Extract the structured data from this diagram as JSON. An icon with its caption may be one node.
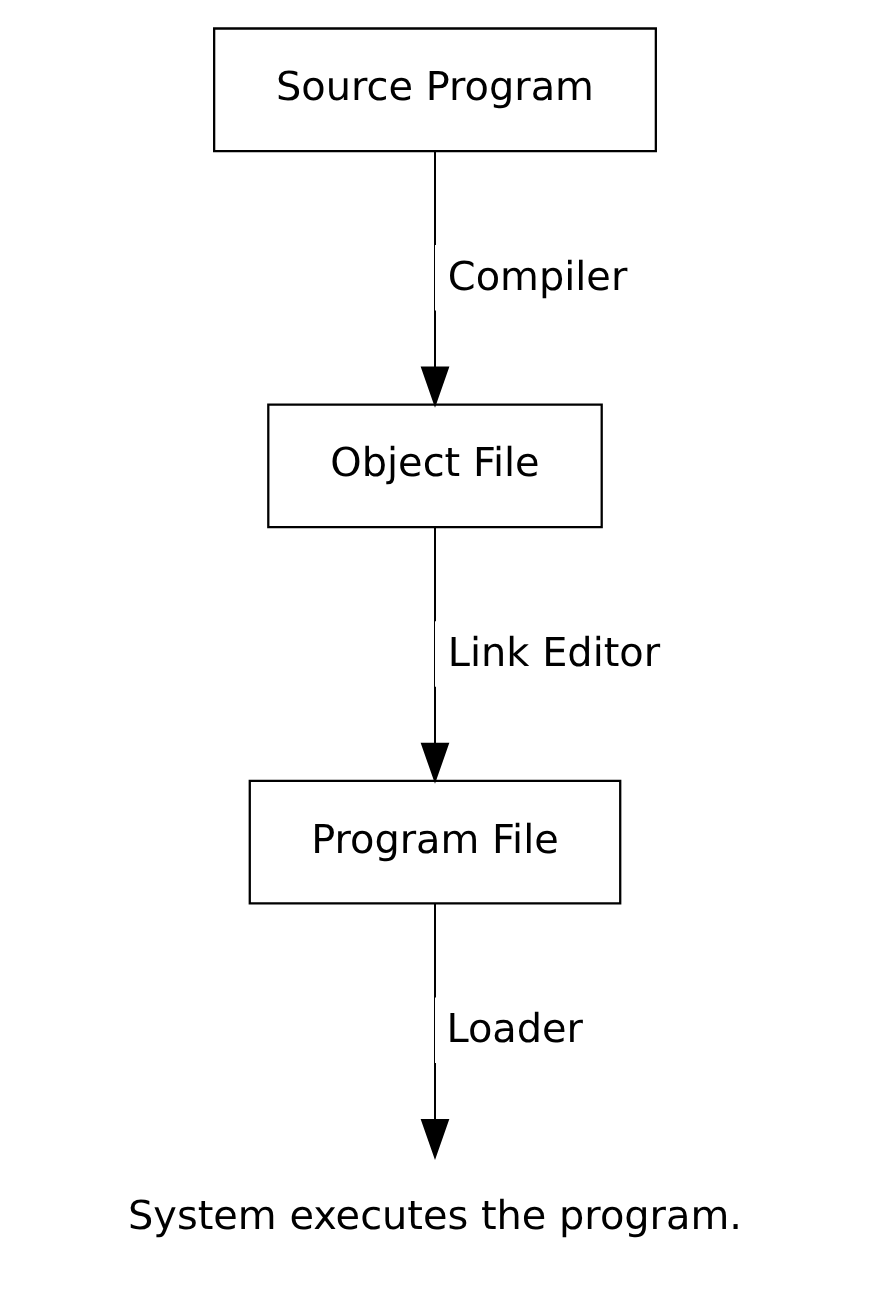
{
  "diagram": {
    "nodes": [
      {
        "text": [
          "Source Program"
        ]
      },
      {
        "text": [
          "Object File"
        ]
      },
      {
        "text": [
          "Program File"
        ]
      },
      {
        "text": [
          "System executes the program."
        ]
      }
    ],
    "edges": [
      {
        "from": 0,
        "to": 1,
        "arrow": "to",
        "label": "Compiler"
      },
      {
        "from": 1,
        "to": 2,
        "arrow": "to",
        "label": "Link Editor"
      },
      {
        "from": 2,
        "to": 3,
        "arrow": "to",
        "label": "Loader"
      }
    ]
  }
}
